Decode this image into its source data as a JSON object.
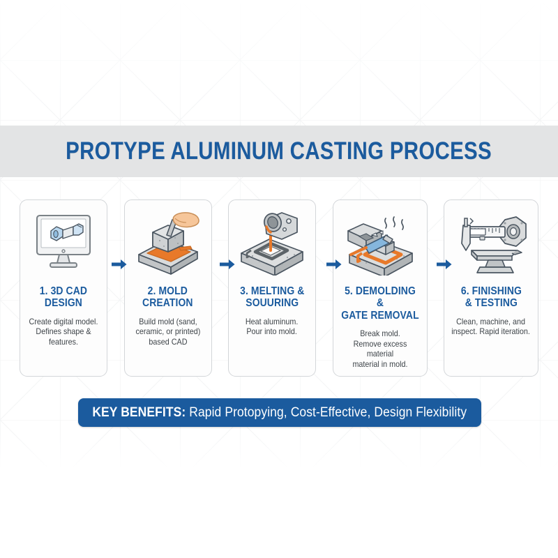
{
  "header": {
    "title": "PROTYPE ALUMINUM CASTING PROCESS",
    "band_color": "#e3e4e5",
    "title_color": "#1b5b9e"
  },
  "theme": {
    "accent_blue": "#1b5b9e",
    "accent_orange": "#e8792a",
    "metal_gray": "#c9cbcc",
    "card_border": "#d3d6d9",
    "body_text": "#3d4348",
    "background": "#ffffff"
  },
  "steps": [
    {
      "title": "1. 3D CAD\nDESIGN",
      "description": "Create digital model.\nDefines shape & features.",
      "icon": "monitor-cad-part-icon"
    },
    {
      "title": "2. MOLD\nCREATION",
      "description": "Build mold (sand,\nceramic, or printed)\nbased CAD",
      "icon": "hand-trowel-mold-icon"
    },
    {
      "title": "3. MELTING &\nSOUURING",
      "description": "Heat aluminum.\nPour into mold.",
      "icon": "ladle-pouring-molten-metal-icon"
    },
    {
      "title": "5. DEMOLDING &\nGATE REMOVAL",
      "description": "Break mold.\nRemove excess material\nmaterial in mold.",
      "icon": "chisel-breaking-mold-icon"
    },
    {
      "title": "6. FINISHING\n& TESTING",
      "description": "Clean, machine, and\ninspect. Rapid iteration.",
      "icon": "caliper-anvil-inspection-icon"
    }
  ],
  "arrows": {
    "count": 4,
    "icon": "arrow-right-icon",
    "color": "#1b5b9e"
  },
  "benefits": {
    "label": "KEY BENEFITS:",
    "items_text": " Rapid Protopying, Cost-Effective, Design Flexibility",
    "background_color": "#1b5b9e"
  }
}
